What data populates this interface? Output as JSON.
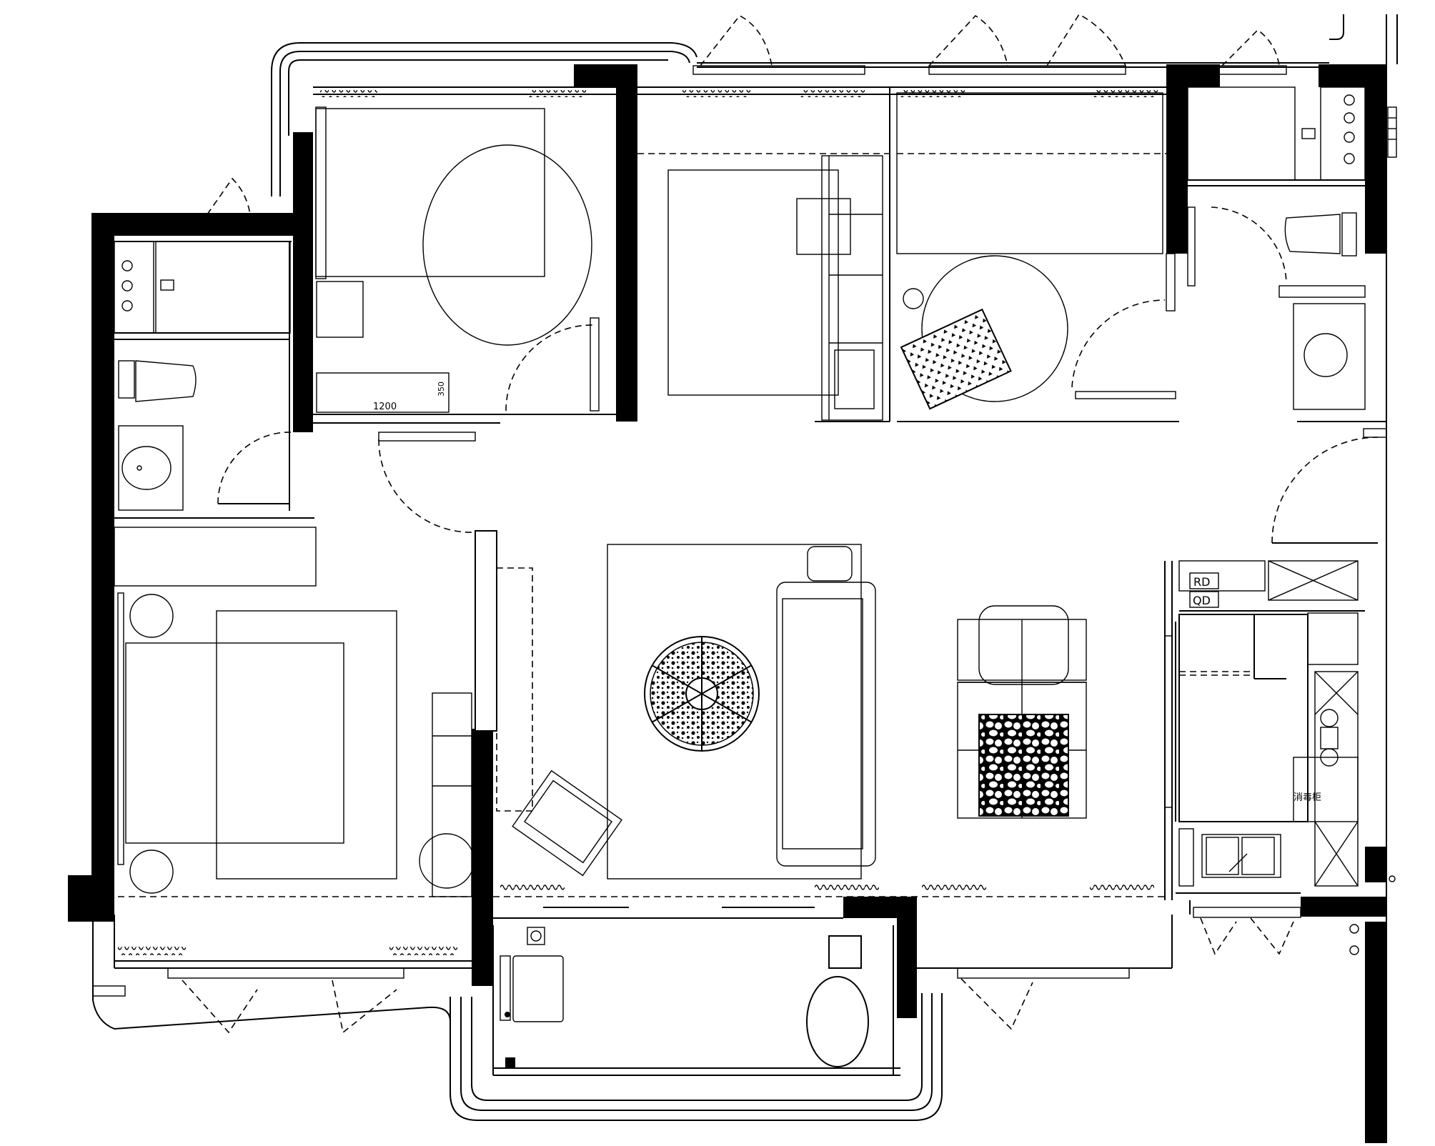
{
  "labels": {
    "bed_dim_1": "1200",
    "bed_dim_2": "350",
    "kitchen_rd": "RD",
    "kitchen_qd": "QD",
    "kitchen_note": "消毒柜"
  }
}
